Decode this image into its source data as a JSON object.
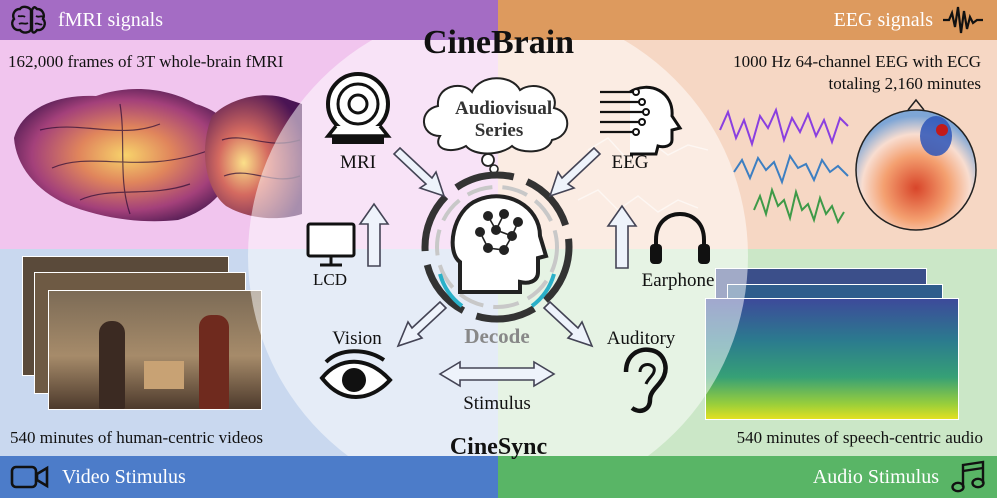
{
  "quadrants": {
    "fmri": {
      "banner": "fMRI signals",
      "caption": "162,000 frames of 3T whole-brain fMRI",
      "bg": "#f1c5ee",
      "banner_color": "#a46cc4"
    },
    "eeg": {
      "banner": "EEG signals",
      "caption_line1": "1000 Hz 64-channel EEG with ECG",
      "caption_line2": "totaling 2,160 minutes",
      "bg": "#f6d7c4",
      "banner_color": "#dd9a5e"
    },
    "video": {
      "banner": "Video Stimulus",
      "caption": "540 minutes of human-centric videos",
      "bg": "#c9d8ef",
      "banner_color": "#4c7cc9"
    },
    "audio": {
      "banner": "Audio Stimulus",
      "caption": "540 minutes of speech-centric audio",
      "bg": "#cbe7c7",
      "banner_color": "#59b566"
    }
  },
  "center": {
    "title": "CineBrain",
    "footer": "CineSync",
    "cloud": "Audiovisual Series",
    "decode": "Decode",
    "stimulus": "Stimulus",
    "labels": {
      "mri": "MRI",
      "eeg": "EEG",
      "lcd": "LCD",
      "earphone": "Earphone",
      "vision": "Vision",
      "auditory": "Auditory"
    }
  },
  "icons": {
    "fmri_banner": "brain-icon",
    "eeg_banner": "waveform-icon",
    "video_banner": "video-camera-icon",
    "audio_banner": "music-note-icon",
    "mri": "mri-scanner-icon",
    "eeg_head": "eeg-head-icon",
    "lcd": "monitor-icon",
    "earphone": "headphones-icon",
    "vision": "eye-icon",
    "auditory": "ear-icon",
    "decoder": "ai-head-icon"
  }
}
